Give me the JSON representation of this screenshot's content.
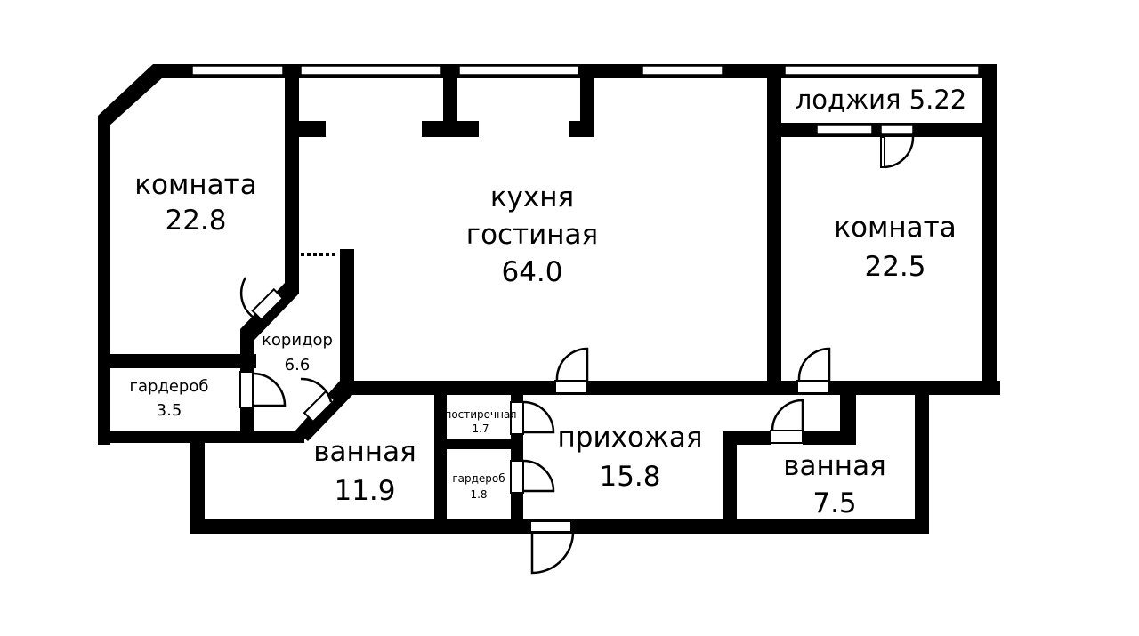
{
  "rooms": {
    "room_left": {
      "name": "комната",
      "area": "22.8"
    },
    "kitchen": {
      "name1": "кухня",
      "name2": "гостиная",
      "area": "64.0"
    },
    "room_right": {
      "name": "комната",
      "area": "22.5"
    },
    "loggia": {
      "label": "лоджия 5.22"
    },
    "corridor": {
      "name": "коридор",
      "area": "6.6"
    },
    "wardrobe_left": {
      "name": "гардероб",
      "area": "3.5"
    },
    "bath_left": {
      "name": "ванная",
      "area": "11.9"
    },
    "laundry": {
      "name": "постирочная",
      "area": "1.7"
    },
    "wardrobe_mid": {
      "name": "гардероб",
      "area": "1.8"
    },
    "hall": {
      "name": "прихожая",
      "area": "15.8"
    },
    "bath_right": {
      "name": "ванная",
      "area": "7.5"
    }
  },
  "colors": {
    "wall": "#000000",
    "background": "#ffffff"
  }
}
